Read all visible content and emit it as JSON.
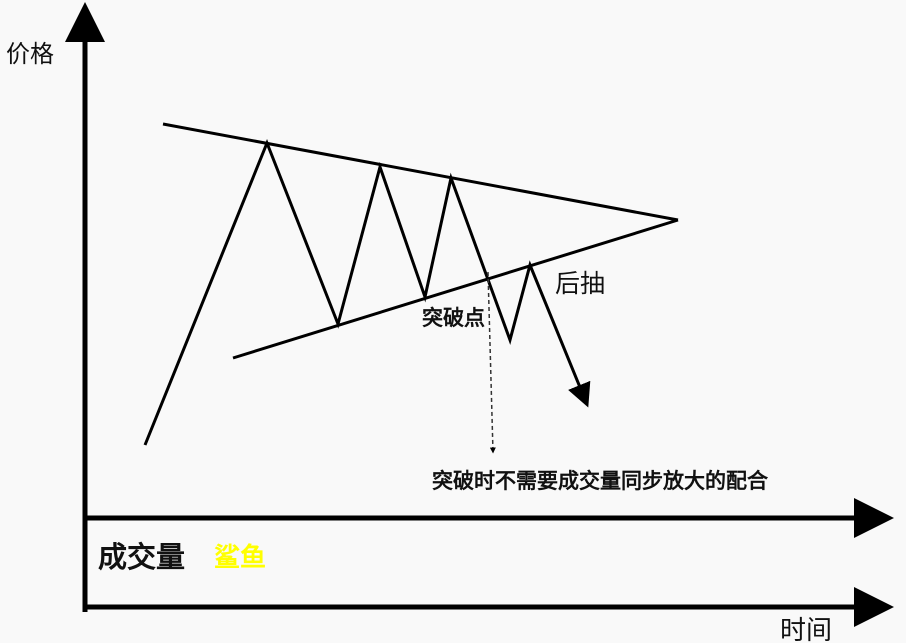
{
  "axes": {
    "y_label": "价格",
    "x_label": "时间",
    "volume_label": "成交量"
  },
  "annotations": {
    "breakout_point": "突破点",
    "pullback": "后抽",
    "note": "突破时不需要成交量同步放大的配合",
    "yellow_mark": "鲨鱼"
  },
  "colors": {
    "line": "#000000",
    "yellow_mark": "#ffff00",
    "background": "#f9f9f9"
  }
}
